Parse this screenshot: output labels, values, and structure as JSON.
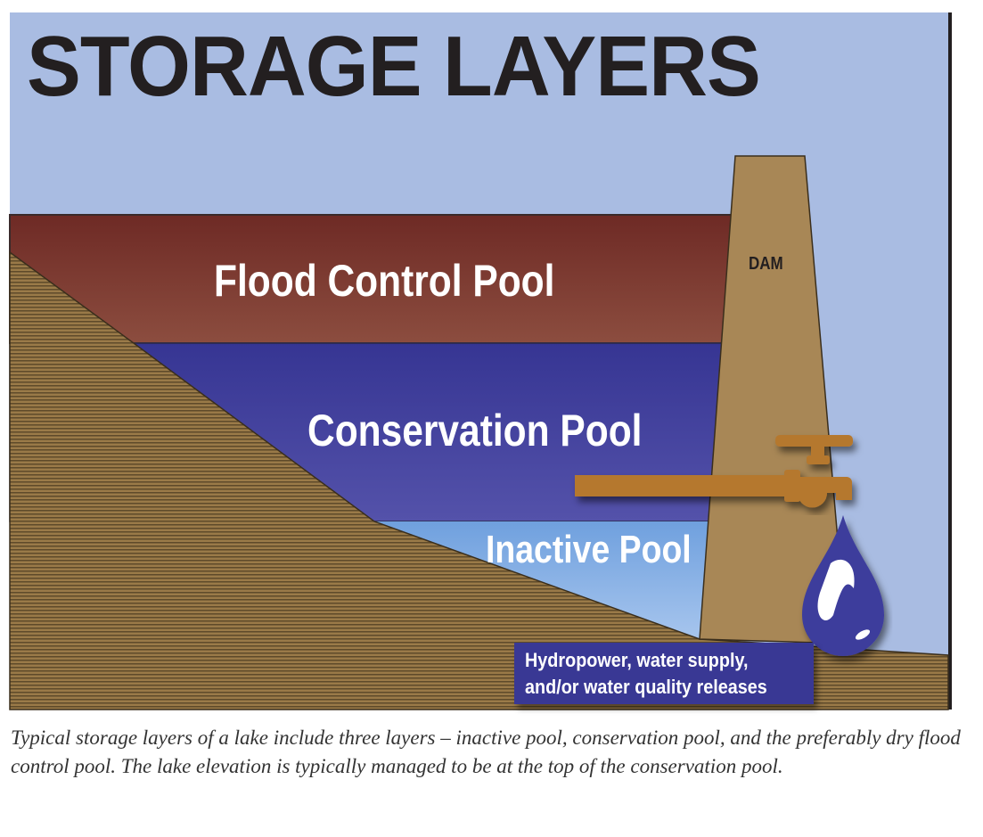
{
  "title": "STORAGE LAYERS",
  "layers": {
    "flood": "Flood Control Pool",
    "conservation": "Conservation Pool",
    "inactive": "Inactive Pool"
  },
  "dam_label": "DAM",
  "release": {
    "line1": "Hydropower, water supply,",
    "line2": "and/or water quality releases"
  },
  "caption": "Typical storage layers of a lake include three layers – inactive pool, conservation pool, and the preferably dry flood control pool. The lake elevation is typically managed to be at the top of the conservation pool.",
  "colors": {
    "sky": "#a9bce2",
    "flood": "#74302a",
    "conservation": "#3b3a96",
    "inactive": "#7ea8e0",
    "ground": "#8c6e3f",
    "dam": "#a88756",
    "pipe": "#b5782f"
  }
}
